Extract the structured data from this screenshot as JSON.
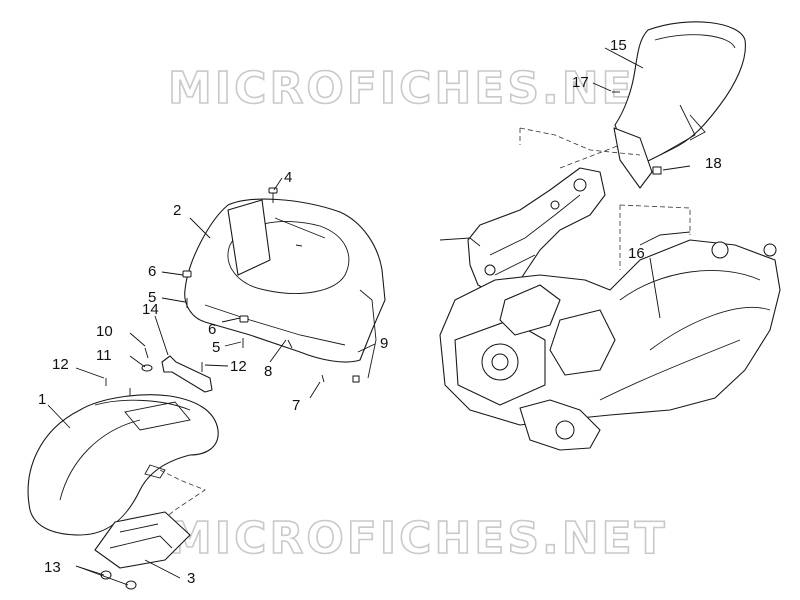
{
  "watermark": "MICROFICHES.NET",
  "callouts": [
    {
      "id": "1",
      "label": "1"
    },
    {
      "id": "2",
      "label": "2"
    },
    {
      "id": "3",
      "label": "3"
    },
    {
      "id": "4",
      "label": "4"
    },
    {
      "id": "5a",
      "label": "5"
    },
    {
      "id": "5b",
      "label": "5"
    },
    {
      "id": "6a",
      "label": "6"
    },
    {
      "id": "6b",
      "label": "6"
    },
    {
      "id": "7",
      "label": "7"
    },
    {
      "id": "8",
      "label": "8"
    },
    {
      "id": "9",
      "label": "9"
    },
    {
      "id": "10",
      "label": "10"
    },
    {
      "id": "11",
      "label": "11"
    },
    {
      "id": "12a",
      "label": "12"
    },
    {
      "id": "12b",
      "label": "12"
    },
    {
      "id": "13",
      "label": "13"
    },
    {
      "id": "14",
      "label": "14"
    },
    {
      "id": "15",
      "label": "15"
    },
    {
      "id": "16",
      "label": "16"
    },
    {
      "id": "17",
      "label": "17"
    },
    {
      "id": "18",
      "label": "18"
    }
  ]
}
